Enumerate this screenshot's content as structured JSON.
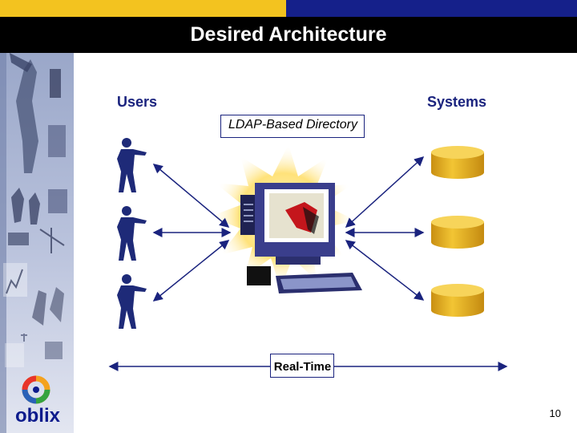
{
  "slide": {
    "title": "Desired Architecture",
    "page_number": "10"
  },
  "diagram": {
    "users_label": "Users",
    "systems_label": "Systems",
    "directory_label": "LDAP-Based Directory",
    "realtime_label": "Real-Time"
  },
  "logo": {
    "text": "oblix"
  },
  "colors": {
    "top_left_bar": "#f3c31f",
    "top_right_bar": "#15208a",
    "title_bar": "#000000",
    "label_text": "#1a237e",
    "database": "#e8b524"
  }
}
